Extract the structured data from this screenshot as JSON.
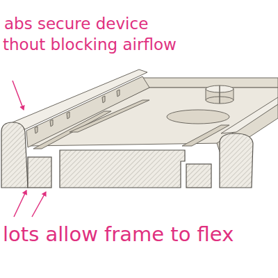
{
  "diagram": {
    "labels": [
      "abs secure device",
      "thout blocking airflow",
      "lots allow frame to flex"
    ]
  }
}
